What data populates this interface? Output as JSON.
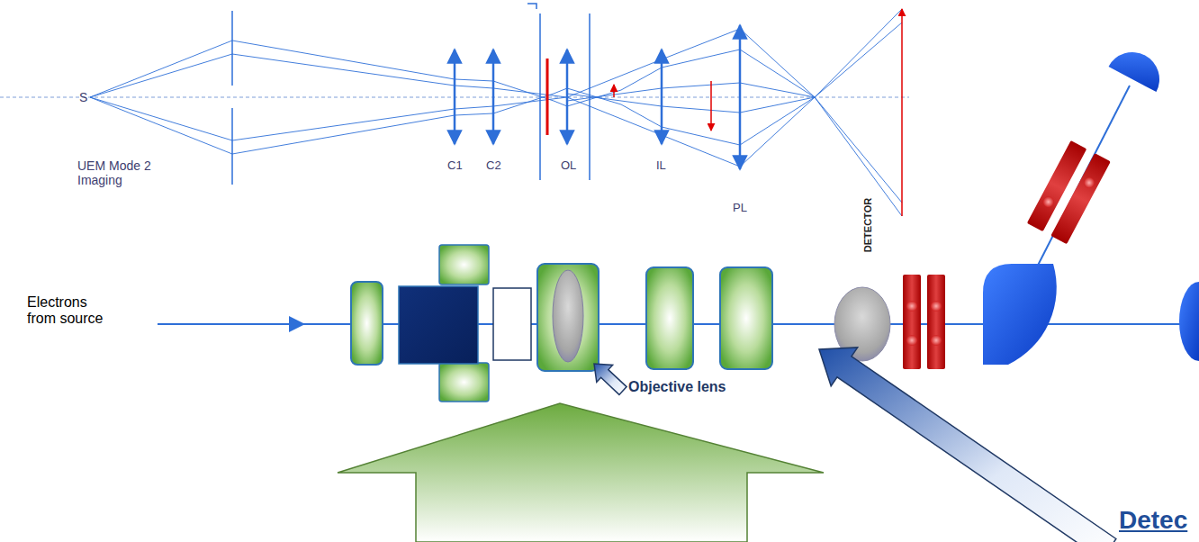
{
  "diagram": {
    "labels": [
      "S",
      "UEM Mode 2 Imaging",
      "C1",
      "C2",
      "OL",
      "IL",
      "PL",
      "DETECTOR",
      "Electrons from source",
      "Objective lens",
      "Detec"
    ]
  }
}
